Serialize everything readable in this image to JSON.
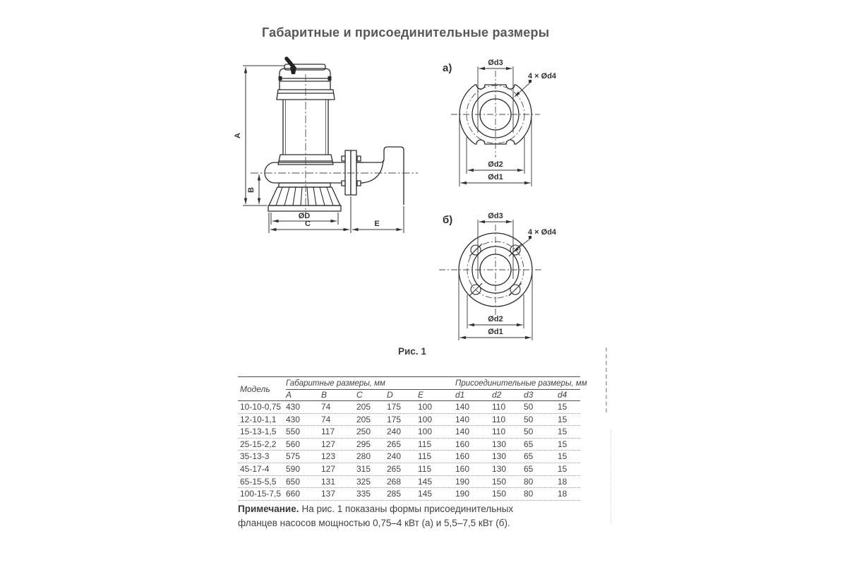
{
  "page": {
    "title": "Габаритные и присоединительные размеры",
    "figure_caption": "Рис. 1"
  },
  "pump_drawing": {
    "dim_a": "A",
    "dim_b": "B",
    "dim_d": "ØD",
    "dim_c": "C",
    "dim_e": "E"
  },
  "flange_a": {
    "label": "а)",
    "dim_d3": "Ød3",
    "dim_d4": "4 × Ød4",
    "dim_d2": "Ød2",
    "dim_d1": "Ød1"
  },
  "flange_b": {
    "label": "б)",
    "dim_d3": "Ød3",
    "dim_d4": "4 × Ød4",
    "dim_d2": "Ød2",
    "dim_d1": "Ød1"
  },
  "table": {
    "model_header": "Модель",
    "group_overall": "Габаритные размеры, мм",
    "group_connection": "Присоединительные размеры, мм",
    "columns": [
      "A",
      "B",
      "C",
      "D",
      "E",
      "d1",
      "d2",
      "d3",
      "d4"
    ],
    "rows": [
      {
        "model": "10-10-0,75",
        "values": [
          "430",
          "74",
          "205",
          "175",
          "100",
          "140",
          "110",
          "50",
          "15"
        ]
      },
      {
        "model": "12-10-1,1",
        "values": [
          "430",
          "74",
          "205",
          "175",
          "100",
          "140",
          "110",
          "50",
          "15"
        ]
      },
      {
        "model": "15-13-1,5",
        "values": [
          "550",
          "117",
          "250",
          "240",
          "100",
          "140",
          "110",
          "50",
          "15"
        ]
      },
      {
        "model": "25-15-2,2",
        "values": [
          "560",
          "127",
          "295",
          "265",
          "115",
          "160",
          "130",
          "65",
          "15"
        ]
      },
      {
        "model": "35-13-3",
        "values": [
          "575",
          "123",
          "280",
          "240",
          "115",
          "160",
          "130",
          "65",
          "15"
        ]
      },
      {
        "model": "45-17-4",
        "values": [
          "590",
          "127",
          "315",
          "265",
          "115",
          "160",
          "130",
          "65",
          "15"
        ]
      },
      {
        "model": "65-15-5,5",
        "values": [
          "650",
          "131",
          "325",
          "268",
          "145",
          "190",
          "150",
          "80",
          "18"
        ]
      },
      {
        "model": "100-15-7,5",
        "values": [
          "660",
          "137",
          "335",
          "285",
          "145",
          "190",
          "150",
          "80",
          "18"
        ]
      }
    ]
  },
  "note": {
    "label": "Примечание.",
    "text": "На рис. 1 показаны формы присоединительных фланцев насосов мощностью 0,75–4 кВт (а) и 5,5–7,5 кВт (б)."
  }
}
